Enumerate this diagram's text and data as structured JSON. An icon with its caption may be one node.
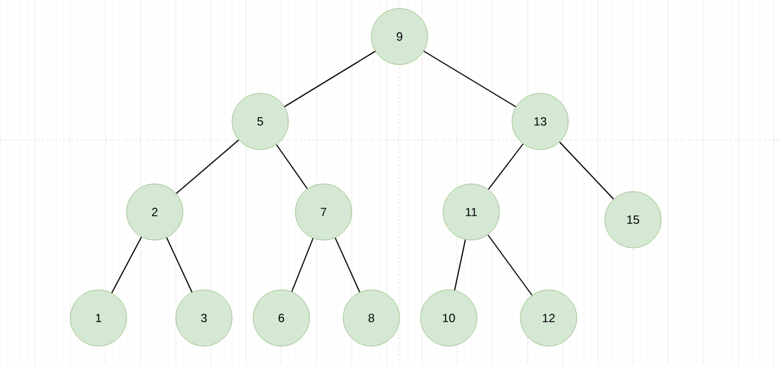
{
  "diagram": {
    "nodes": [
      {
        "text": [
          "9"
        ]
      },
      {
        "text": [
          "5"
        ]
      },
      {
        "text": [
          "13"
        ]
      },
      {
        "text": [
          "2"
        ]
      },
      {
        "text": [
          "7"
        ]
      },
      {
        "text": [
          "11"
        ]
      },
      {
        "text": [
          "15"
        ]
      },
      {
        "text": [
          "1"
        ]
      },
      {
        "text": [
          "3"
        ]
      },
      {
        "text": [
          "6"
        ]
      },
      {
        "text": [
          "8"
        ]
      },
      {
        "text": [
          "10"
        ]
      },
      {
        "text": [
          "12"
        ]
      }
    ],
    "edges": [
      {
        "from": 0,
        "to": 1,
        "arrow": "none"
      },
      {
        "from": 0,
        "to": 2,
        "arrow": "none"
      },
      {
        "from": 1,
        "to": 3,
        "arrow": "none"
      },
      {
        "from": 1,
        "to": 4,
        "arrow": "none"
      },
      {
        "from": 2,
        "to": 5,
        "arrow": "none"
      },
      {
        "from": 2,
        "to": 6,
        "arrow": "none"
      },
      {
        "from": 3,
        "to": 7,
        "arrow": "none"
      },
      {
        "from": 3,
        "to": 8,
        "arrow": "none"
      },
      {
        "from": 4,
        "to": 9,
        "arrow": "none"
      },
      {
        "from": 4,
        "to": 10,
        "arrow": "none"
      },
      {
        "from": 5,
        "to": 11,
        "arrow": "none"
      },
      {
        "from": 5,
        "to": 12,
        "arrow": "none"
      }
    ]
  }
}
